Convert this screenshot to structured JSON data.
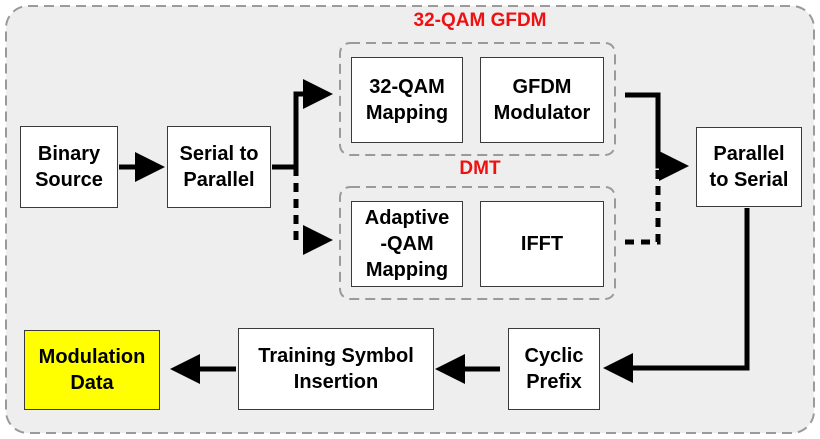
{
  "groups": {
    "gfdm_title": "32-QAM GFDM",
    "dmt_title": "DMT"
  },
  "blocks": {
    "binary_source": "Binary\nSource",
    "serial_to_parallel": "Serial to\nParallel",
    "qam32_mapping": "32-QAM\nMapping",
    "gfdm_modulator": "GFDM\nModulator",
    "adaptive_qam_mapping": "Adaptive\n-QAM\nMapping",
    "ifft": "IFFT",
    "parallel_to_serial": "Parallel\nto Serial",
    "cyclic_prefix": "Cyclic\nPrefix",
    "training_symbol_insertion": "Training Symbol\nInsertion",
    "modulation_data": "Modulation\nData"
  },
  "colors": {
    "group_title": "#ee1111",
    "highlight_fill": "#ffff00",
    "panel_fill": "#eeeeee",
    "panel_border": "#9a9a9a",
    "arrow": "#000000"
  }
}
